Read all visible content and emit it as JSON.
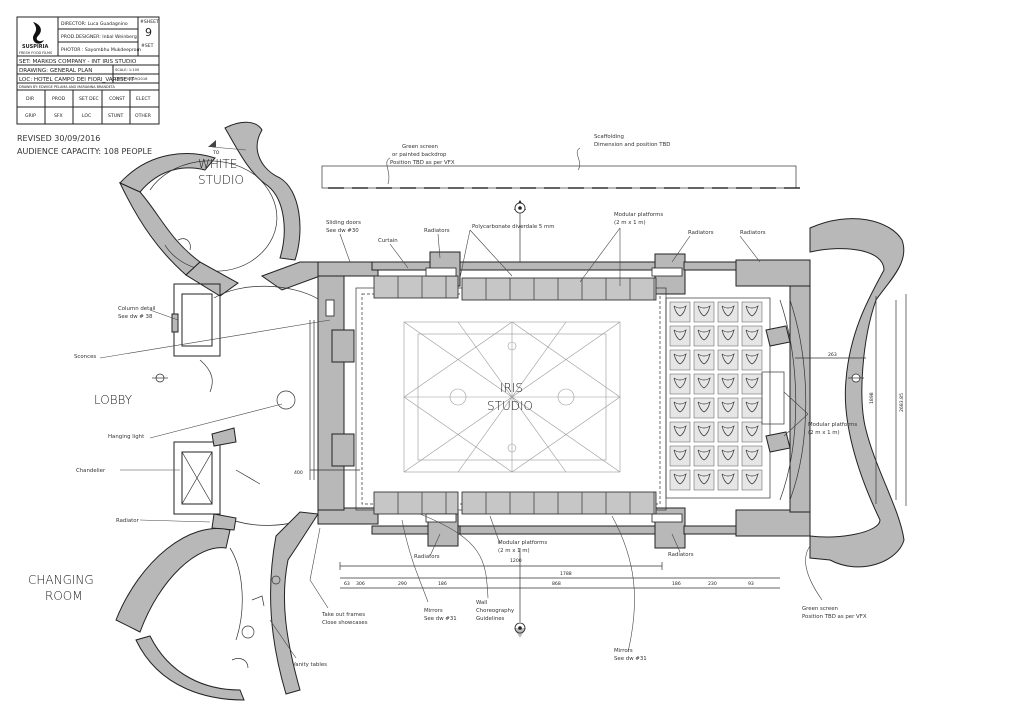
{
  "title_block": {
    "logo_text": "SUSPIRIA",
    "logo_sub": "FRESH FOOD FILMS",
    "director": "DIRECTOR: Luca Guadagnino",
    "prod_designer": "PROD.DESIGNER: Inbal Weinberg",
    "photo": "PHOTOR : Sayombhu Mukdeeprom",
    "sheet_label": "#SHEET",
    "sheet_number": "9",
    "set_label": "#SET",
    "set_name": "SET: MARKOS COMPANY - INT IRIS STUDIO",
    "drawing": "DRAWING: GENERAL PLAN",
    "scale": "SCALE: 1:100",
    "location": "LOC: HOTEL CAMPO DEI FIORI_VARESE IT",
    "date": "DATE: 02/09/2016",
    "drawn_by": "DRAWN BY: EDWIGE PELAMA AND MARIANNA BRANDETA",
    "departments_row1": [
      "DIR",
      "PROD",
      "SET DEC",
      "CONST",
      "ELECT"
    ],
    "departments_row2": [
      "GRIP",
      "SFX",
      "LOC",
      "STUNT",
      "OTHER"
    ]
  },
  "revised": "REVISED 30/09/2016",
  "audience_capacity": "AUDIENCE CAPACITY: 108 PEOPLE",
  "rooms": {
    "white_studio_1": "WHITE",
    "white_studio_2": "STUDIO",
    "to_label": "TO",
    "lobby": "LOBBY",
    "changing_room_1": "CHANGING",
    "changing_room_2": "ROOM",
    "iris_1": "IRIS",
    "iris_2": "STUDIO"
  },
  "annotations": {
    "green_screen_top": [
      "Green screen",
      "or painted backdrop",
      "Position TBD as per VFX"
    ],
    "scaffolding": [
      "Scaffolding",
      "Dimension and position TBD"
    ],
    "sliding_doors": [
      "Sliding doors",
      "See dw #30"
    ],
    "curtain": "Curtain",
    "radiators_top_left": "Radiators",
    "polycarbonate": "Polycarbonate diverdale 5 mm",
    "modular_top": [
      "Modular platforms",
      "(2 m x 1 m)"
    ],
    "radiators_top_right": "Radiators",
    "radiators_right": "Radiators",
    "column_detail": [
      "Column detail",
      "See dw # 38"
    ],
    "sconces": "Sconces",
    "hanging_light": "Hanging light",
    "chandelier": "Chandelier",
    "radiator_lobby": "Radiator",
    "modular_right": [
      "Modular platforms",
      "(2 m x 1 m)"
    ],
    "radiators_bottom": "Radiators",
    "modular_bottom": [
      "Modular platforms",
      "(2 m x 1 m)"
    ],
    "radiators_bottom_right": "Radiators",
    "take_out_frames": [
      "Take out frames",
      "Close showcases"
    ],
    "mirrors_left": [
      "Mirrors",
      "See dw #31"
    ],
    "wall_choreo": [
      "Wall",
      "Choreography",
      "Guidelines"
    ],
    "mirrors_right": [
      "Mirrors",
      "See dw #31"
    ],
    "green_screen_right": [
      "Green screen",
      "Position TBD as per VFX"
    ],
    "vanity_tables": "Vanity tables"
  },
  "dimensions": {
    "d1200": "1200",
    "d1788": "1788",
    "d263": "263",
    "d1898": "1898",
    "d2683": "2683.85",
    "d400": "400",
    "chain": [
      "63",
      "306",
      "290",
      "186",
      "868",
      "186",
      "230",
      "93"
    ]
  }
}
